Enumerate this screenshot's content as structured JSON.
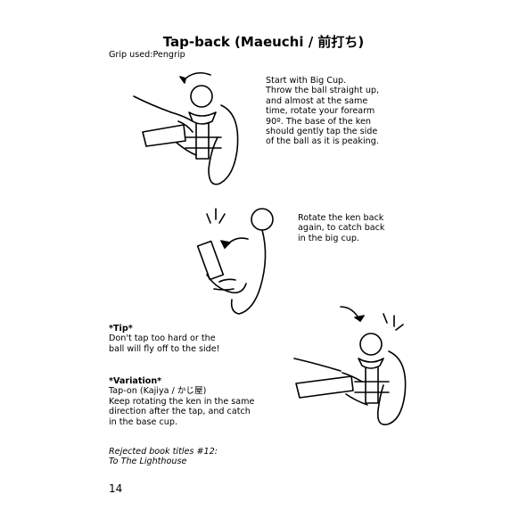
{
  "page": {
    "title": "Tap-back (Maeuchi / 前打ち)",
    "grip_line": "Grip used:Pengrip",
    "step1": [
      "Start with Big Cup.",
      "Throw the ball straight up,",
      "and almost at the same",
      "time, rotate your forearm",
      "90º. The base of the ken",
      "should gently tap the side",
      "of the ball as it is peaking."
    ],
    "step2": [
      "Rotate the ken back",
      "again, to catch back",
      "in the big cup."
    ],
    "tip": {
      "heading": "*Tip*",
      "lines": [
        "Don't tap too hard or the",
        "ball will fly off to the side!"
      ]
    },
    "variation": {
      "heading": "*Variation*",
      "lines": [
        "Tap-on (Kajiya / かじ屋)",
        "Keep rotating the ken in the same",
        "direction after the tap, and catch",
        "in the base cup."
      ]
    },
    "joke": [
      "Rejected book titles #12:",
      "To The Lighthouse"
    ],
    "page_number": "14"
  }
}
